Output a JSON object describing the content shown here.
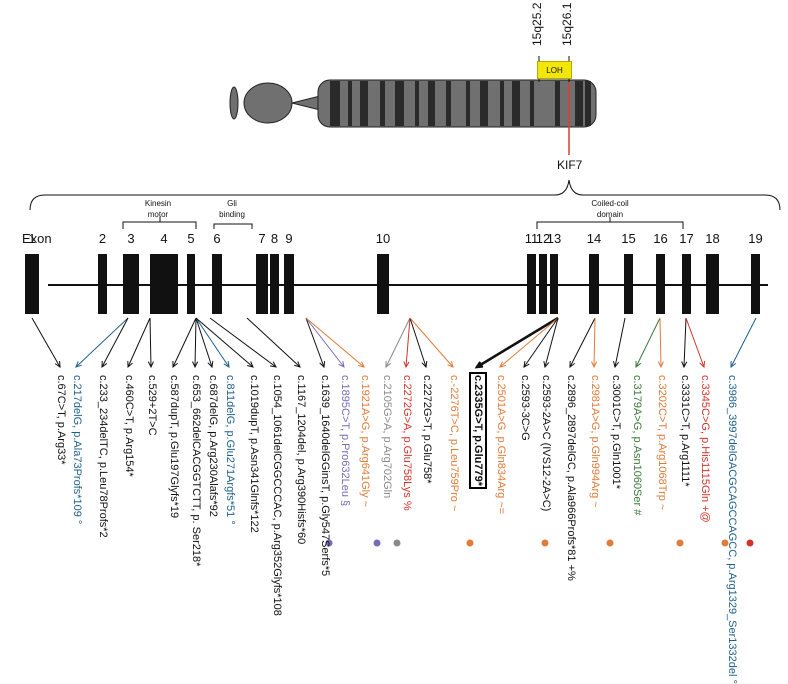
{
  "chromosome": {
    "bands": [
      "15q25.2",
      "15q26.1"
    ],
    "loh_label": "LOH",
    "gene": "KIF7",
    "colors": {
      "body": "#707070",
      "stripe": "#2a2a2a",
      "loh": "#f2e60a",
      "gene_line": "#e23b2e"
    }
  },
  "exon_axis": {
    "title": "Exon",
    "exons": [
      "1",
      "2",
      "3",
      "4",
      "5",
      "6",
      "7",
      "8",
      "9",
      "10",
      "11",
      "12",
      "13",
      "14",
      "15",
      "16",
      "17",
      "18",
      "19"
    ]
  },
  "domains": {
    "kinesin": "Kinesin\nmotor",
    "gli": "Gli\nbinding",
    "coiled": "Coiled-coil\ndomain"
  },
  "variants": [
    {
      "text": "c.67C>T, p.Arg33*",
      "color": "#111111"
    },
    {
      "text": "c.217delG, p.Ala73Profs*109 °",
      "color": "#1f5f8b"
    },
    {
      "text": "c.233_234delTC, p.Leu78Profs*2",
      "color": "#111111"
    },
    {
      "text": "c.460C>T, p.Arg154*",
      "color": "#111111"
    },
    {
      "text": "c.529+2T>C",
      "color": "#111111"
    },
    {
      "text": "c.587dupT, p.Glu197Glyfs*19",
      "color": "#111111"
    },
    {
      "text": "c.653_662delCACGGTCTT, p. Ser218*",
      "color": "#111111"
    },
    {
      "text": "c.687delG, p.Arg230Alafs*92",
      "color": "#111111"
    },
    {
      "text": "c.811delG, p.Glu271Argfs*51 °",
      "color": "#1f5f8b"
    },
    {
      "text": "c.1019dupT, p.Asn341Glnfs*122",
      "color": "#111111"
    },
    {
      "text": "c.1054_1061delCGGCCCAC, p.Arg352Glyfs*108",
      "color": "#111111"
    },
    {
      "text": "c.1167_1204del, p.Arg390Hisfs*60",
      "color": "#111111"
    },
    {
      "text": "c.1639_1640delGGinsT, p.Gly547Serfs*5",
      "color": "#111111"
    },
    {
      "text": "c.1895C>T, p.Pro632Leu §",
      "color": "#7a6bb5"
    },
    {
      "text": "c.1921A>G, p.Arg641Gly ~",
      "color": "#e07b39"
    },
    {
      "text": "c.2105G>A, p.Arg702Gln",
      "color": "#8a8a8a"
    },
    {
      "text": "c.2272G>A, p.Glu758Lys %",
      "color": "#d2342a"
    },
    {
      "text": "c.2272G>T, p.Glu758*",
      "color": "#111111"
    },
    {
      "text": "c.-2276T>C, p.Leu759Pro ~",
      "color": "#e07b39"
    },
    {
      "text": "c.2335G>T, p.Glu779*",
      "color": "#111111",
      "boxed": true
    },
    {
      "text": "c.2501A>G, p.Gln834Arg ~=",
      "color": "#e07b39"
    },
    {
      "text": "c.2593-3C>G",
      "color": "#111111"
    },
    {
      "text": "c.2593-2A>C (IVS12-2A>C)",
      "color": "#111111"
    },
    {
      "text": "c.2896_2897delGC, p.Ala966Profs*81 +%",
      "color": "#111111"
    },
    {
      "text": "c.2981A>G, p.Gln994Arg ~",
      "color": "#e07b39"
    },
    {
      "text": "c.3001C>T, p.Gln1001*",
      "color": "#111111"
    },
    {
      "text": "c.3179A>G, p.Asn1060Ser #",
      "color": "#3a7a3a"
    },
    {
      "text": "c.3202C>T, p.Arg1068Trp ~",
      "color": "#e07b39"
    },
    {
      "text": "c.3331C>T, p.Arg1111*",
      "color": "#111111"
    },
    {
      "text": "c.3345C>G, p.His1115Gln +@",
      "color": "#d2342a"
    },
    {
      "text": "c.3986_3997delGACGCAGCCAGCC, p.Arg1329_Ser1332del °",
      "color": "#1f5f8b"
    }
  ],
  "dots": [
    {
      "color": "#7a6bb5"
    },
    {
      "color": "#7a6bb5"
    },
    {
      "color": "#8a8a8a"
    },
    {
      "color": "#e07b39"
    },
    {
      "color": "#e07b39"
    },
    {
      "color": "#e07b39"
    },
    {
      "color": "#e07b39"
    },
    {
      "color": "#e07b39"
    },
    {
      "color": "#d2342a"
    }
  ]
}
